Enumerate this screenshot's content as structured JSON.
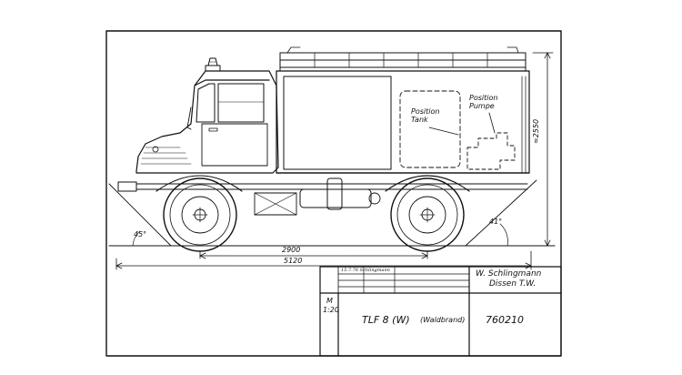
{
  "labels": {
    "position_tank": [
      "Position",
      "Tank"
    ],
    "position_pumpe": [
      "Position",
      "Pumpe"
    ]
  },
  "dimensions": {
    "wheelbase": "2900",
    "overall_length": "5120",
    "height": "≈2550",
    "approach_angle": "45°",
    "departure_angle": "41°"
  },
  "title_block": {
    "designer_line1": "W. Schlingmann",
    "designer_line2": "Dissen T.W.",
    "scale_label": "M",
    "scale_value": "1:20",
    "title": "TLF 8 (W)",
    "subtitle": "(Waldbrand)",
    "drawing_number": "760210",
    "signature_date": "15.7.76 Schlingmann"
  },
  "colors": {
    "ink": "#111111",
    "paper": "#ffffff"
  }
}
